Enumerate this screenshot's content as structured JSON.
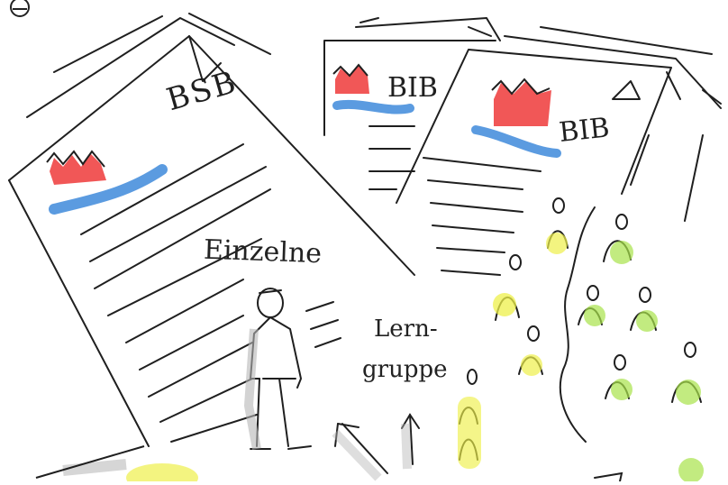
{
  "documents": {
    "left": {
      "logo_text": "BSB"
    },
    "middle": {
      "logo_text": "BIB"
    },
    "right": {
      "logo_text": "BIB"
    }
  },
  "labels": {
    "individual": "Einzelne",
    "group_line1": "Lern-",
    "group_line2": "gruppe"
  },
  "colors": {
    "red": "#ee3a3a",
    "blue": "#5b9be0",
    "yellow": "#eef04a",
    "green": "#a8e24a",
    "gray": "#b5b5b5",
    "ink": "#1f1f1f"
  },
  "icons": [
    "document-icon",
    "person-icon",
    "arrow-up-icon",
    "group-icon",
    "wave-icon",
    "crown-icon"
  ]
}
